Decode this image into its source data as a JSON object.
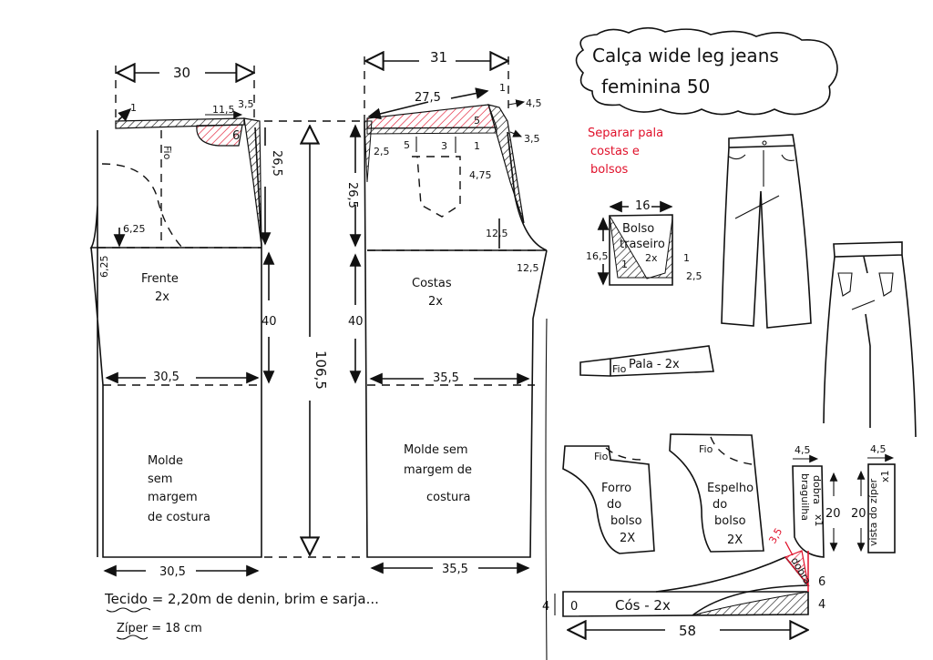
{
  "title": {
    "line1": "Calça wide leg jeans",
    "line2": "feminina 50"
  },
  "note_red": [
    "Separar pala",
    "costas e",
    "bolsos"
  ],
  "front": {
    "width_top": "30",
    "m_11_5": "11,5",
    "m_3_5": "3,5",
    "m_1": "1",
    "m_6": "6",
    "grain": "Fio",
    "rise": "26,5",
    "crotch_depth": "6,25",
    "crotch_ext": "6,25",
    "name": "Frente",
    "qty": "2x",
    "knee_len": "40",
    "knee_width": "30,5",
    "note": [
      "Molde",
      "sem",
      "margem",
      "de costura"
    ],
    "hem_width": "30,5"
  },
  "center_length": "106,5",
  "back": {
    "width_top": "31",
    "waist": "27,5",
    "m_1": "1",
    "m_4_5": "4,5",
    "m_5": "5",
    "m_3_5": "3,5",
    "m_2_5": "2,5",
    "pocket_5": "5",
    "pocket_3": "3",
    "m_1b": "1",
    "m_4_75": "4,75",
    "rise": "26,5",
    "crotch_depth": "12,5",
    "crotch_ext": "12,5",
    "name": "Costas",
    "qty": "2x",
    "knee_len": "40",
    "knee_width": "35,5",
    "note": [
      "Molde sem",
      "margem de",
      "costura"
    ],
    "hem_width": "35,5"
  },
  "notes": {
    "fabric": "Tecido = 2,20m de denin, brim e sarja...",
    "zipper": "Zíper = 18 cm"
  },
  "back_pocket": {
    "width": "16",
    "name": [
      "Bolso",
      "traseiro",
      "2x"
    ],
    "height": "16,5",
    "m1a": "1",
    "m1b": "1",
    "m2_5": "2,5"
  },
  "yoke": {
    "grain": "Fio",
    "name": "Pala - 2x"
  },
  "pocket_lining": {
    "grain": "Fio",
    "name": [
      "Forro",
      "do",
      "bolso",
      "2X"
    ]
  },
  "pocket_facing": {
    "grain": "Fio",
    "name": [
      "Espelho",
      "do",
      "bolso",
      "2X"
    ]
  },
  "fly": {
    "width": "4,5",
    "name": "braguilha",
    "fold": "dobra",
    "qty": "x1",
    "length": "20"
  },
  "zip_guard": {
    "width": "4,5",
    "name": "vista do zíper",
    "qty": "x1",
    "length": "20"
  },
  "waistband": {
    "red_mark": "3,5",
    "fold": "dobra",
    "m6": "6",
    "height": "4",
    "height_left": "4",
    "zero": "0",
    "name": "Cós - 2x",
    "length": "58"
  },
  "colors": {
    "ink": "#111111",
    "red": "#e0102a"
  }
}
